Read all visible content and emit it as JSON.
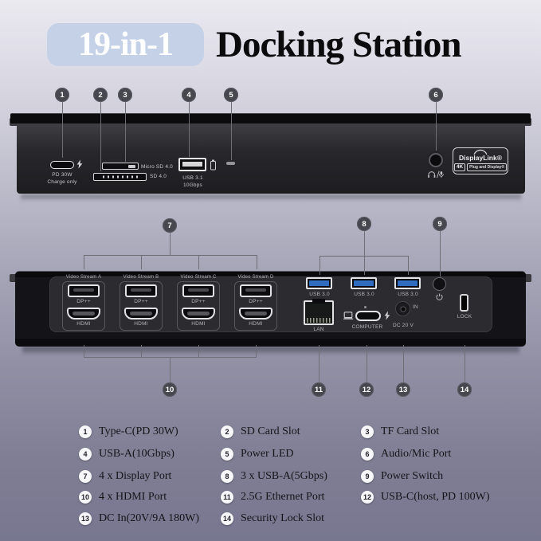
{
  "title": {
    "badge": "19-in-1",
    "text": "Docking Station"
  },
  "front_panel": {
    "type_c_label_1": "PD 30W",
    "type_c_label_2": "Charge only",
    "micro_sd_label": "Micro SD 4.0",
    "sd_label": "SD 4.0",
    "usb_a_label_1": "USB 3.1",
    "usb_a_label_2": "10Gbps",
    "displaylink": {
      "brand": "DisplayLink®",
      "four_k": "4K",
      "plug": "Plug and Display®"
    }
  },
  "back_panel": {
    "video_groups": [
      {
        "name": "Video Stream A",
        "dp": "DP++",
        "hdmi": "HDMI"
      },
      {
        "name": "Video Stream B",
        "dp": "DP++",
        "hdmi": "HDMI"
      },
      {
        "name": "Video Stream C",
        "dp": "DP++",
        "hdmi": "HDMI"
      },
      {
        "name": "Video Stream D",
        "dp": "DP++",
        "hdmi": "HDMI"
      }
    ],
    "usb_labels": [
      "USB 3.0",
      "USB 3.0",
      "USB 3.0"
    ],
    "lan_label": "LAN",
    "computer_label": "COMPUTER",
    "dc_in": "IN",
    "dc_label": "DC 20 V",
    "lock_label": "LOCK"
  },
  "callouts": [
    "1",
    "2",
    "3",
    "4",
    "5",
    "6",
    "7",
    "8",
    "9",
    "10",
    "11",
    "12",
    "13",
    "14"
  ],
  "legend": {
    "items": [
      {
        "num": "1",
        "label": "Type-C(PD 30W)"
      },
      {
        "num": "2",
        "label": "SD Card Slot"
      },
      {
        "num": "3",
        "label": "TF Card Slot"
      },
      {
        "num": "4",
        "label": "USB-A(10Gbps)"
      },
      {
        "num": "5",
        "label": "Power LED"
      },
      {
        "num": "6",
        "label": "Audio/Mic Port"
      },
      {
        "num": "7",
        "label": "4 x Display Port"
      },
      {
        "num": "8",
        "label": "3 x USB-A(5Gbps)"
      },
      {
        "num": "9",
        "label": "Power Switch"
      },
      {
        "num": "10",
        "label": "4 x HDMI Port"
      },
      {
        "num": "11",
        "label": "2.5G Ethernet Port"
      },
      {
        "num": "12",
        "label": "USB-C(host, PD 100W)"
      },
      {
        "num": "13",
        "label": "DC In(20V/9A 180W)"
      },
      {
        "num": "14",
        "label": "Security Lock Slot"
      }
    ]
  },
  "colors": {
    "badge_bg": "#c4d1e7",
    "usb_blue": "#2f6cc0",
    "device_black": "#141418",
    "background_top": "#eae9f0",
    "background_bottom": "#787790"
  }
}
